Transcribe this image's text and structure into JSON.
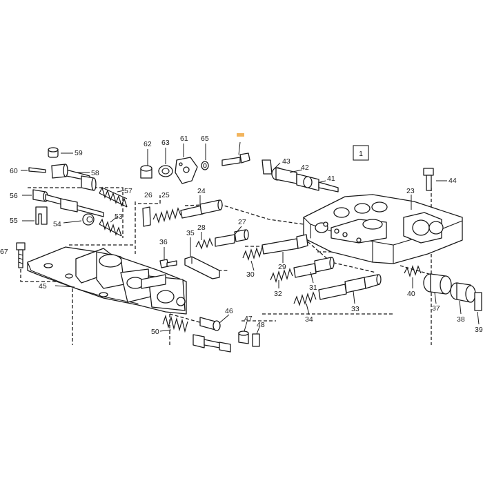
{
  "diagram": {
    "group_label": "1",
    "highlight_color": "#f2b45c",
    "part_numbers": {
      "p23": "23",
      "p24": "24",
      "p25": "25",
      "p26": "26",
      "p27": "27",
      "p28": "28",
      "p29": "29",
      "p30": "30",
      "p31": "31",
      "p32": "32",
      "p33": "33",
      "p34": "34",
      "p35": "35",
      "p36": "36",
      "p37": "37",
      "p38": "38",
      "p39": "39",
      "p40": "40",
      "p41": "41",
      "p42": "42",
      "p43": "43",
      "p44": "44",
      "p45": "45",
      "p46": "46",
      "p47": "47",
      "p48": "48",
      "p50": "50",
      "p53": "53",
      "p54": "54",
      "p55": "55",
      "p56": "56",
      "p57": "57",
      "p58": "58",
      "p59": "59",
      "p60": "60",
      "p61": "61",
      "p62": "62",
      "p63": "63",
      "p65": "65",
      "p67": "67"
    }
  }
}
